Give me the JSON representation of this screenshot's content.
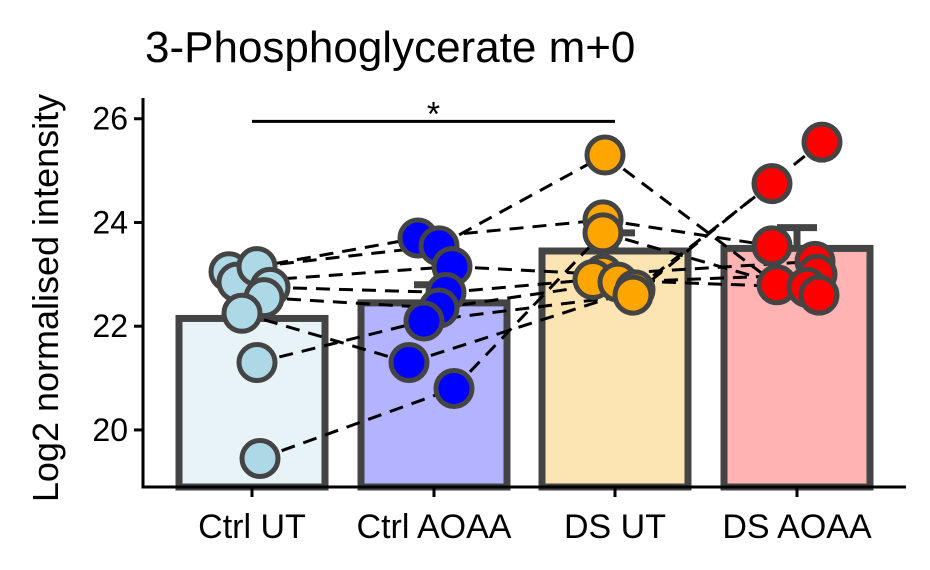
{
  "chart_data": {
    "type": "bar",
    "title": "3-Phosphoglycerate m+0",
    "xlabel": "",
    "ylabel": "Log2 normalised intensity",
    "ylim": [
      18.9,
      26.4
    ],
    "yticks": [
      20,
      22,
      24,
      26
    ],
    "grid": false,
    "legend": "none",
    "categories": [
      "Ctrl UT",
      "Ctrl AOAA",
      "DS UT",
      "DS AOAA"
    ],
    "bar_values": [
      22.15,
      22.45,
      23.45,
      23.5
    ],
    "error_upper": [
      22.6,
      22.8,
      23.8,
      23.9
    ],
    "bar_fill": [
      "#e8f3f8",
      "#b3b3ff",
      "#fde4b3",
      "#ffb3b3"
    ],
    "point_fill": [
      "#add8e6",
      "#0000ff",
      "#ffa500",
      "#ff0000"
    ],
    "edge_color": "#444444",
    "points": [
      [
        23.05,
        22.85,
        23.15,
        22.75,
        22.55,
        22.25,
        21.3,
        19.45
      ],
      [
        23.7,
        23.55,
        23.15,
        22.65,
        22.35,
        22.1,
        21.3,
        20.8
      ],
      [
        25.3,
        24.05,
        23.8,
        23.0,
        22.9,
        22.85,
        22.7,
        22.6
      ],
      [
        25.55,
        24.75,
        23.55,
        23.25,
        23.0,
        22.8,
        22.75,
        22.6
      ]
    ],
    "pairs": [
      [
        0,
        0,
        1,
        2
      ],
      [
        1,
        2,
        3,
        3
      ],
      [
        2,
        1,
        0,
        5
      ],
      [
        3,
        3,
        4,
        6
      ],
      [
        4,
        4,
        5,
        4
      ],
      [
        5,
        6,
        6,
        1
      ],
      [
        6,
        5,
        7,
        0
      ],
      [
        7,
        7,
        2,
        7
      ]
    ],
    "significance": [
      {
        "from": 0,
        "to": 2,
        "y": 25.95,
        "label": "*"
      }
    ]
  }
}
